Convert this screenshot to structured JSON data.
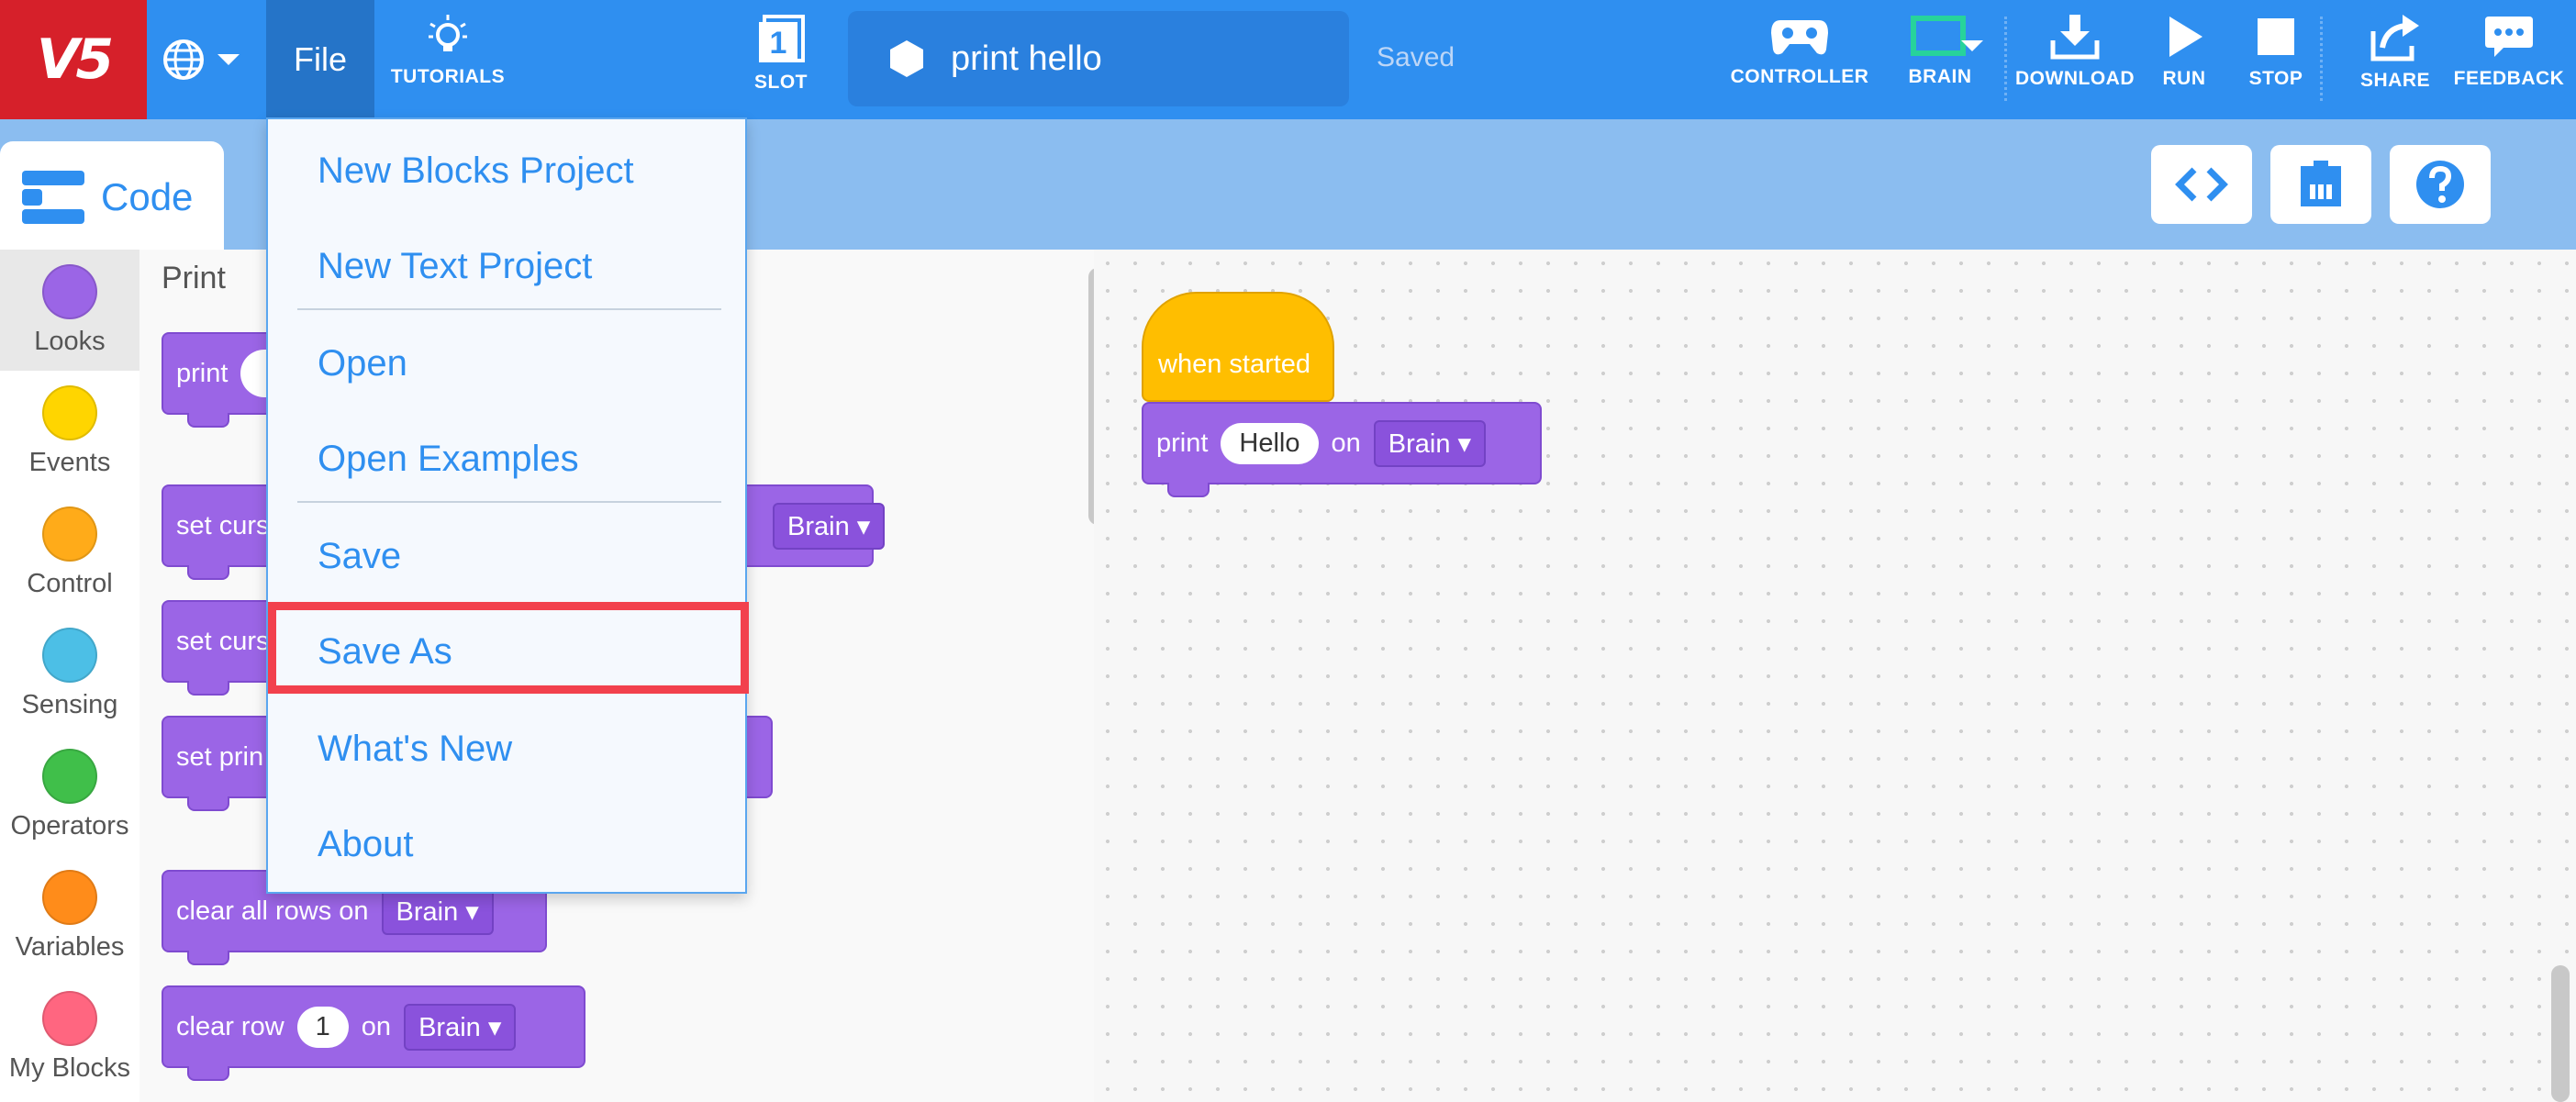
{
  "app": {
    "logo_text": "V5",
    "file_label": "File",
    "tutorials_label": "TUTORIALS",
    "slot_label": "SLOT",
    "slot_number": "1",
    "project_name": "print hello",
    "status": "Saved",
    "toolbar": {
      "controller": "CONTROLLER",
      "brain": "BRAIN",
      "download": "DOWNLOAD",
      "run": "RUN",
      "stop": "STOP",
      "share": "SHARE",
      "feedback": "FEEDBACK"
    }
  },
  "subbar": {
    "code_tab": "Code"
  },
  "categories": [
    {
      "label": "Looks",
      "color": "#9b65e6"
    },
    {
      "label": "Events",
      "color": "#ffd500"
    },
    {
      "label": "Control",
      "color": "#ffab19"
    },
    {
      "label": "Sensing",
      "color": "#4cbfe6"
    },
    {
      "label": "Operators",
      "color": "#40bf4a"
    },
    {
      "label": "Variables",
      "color": "#ff8c1a"
    },
    {
      "label": "My Blocks",
      "color": "#ff6680"
    }
  ],
  "palette": {
    "section": "Print",
    "blocks": {
      "print_label": "print",
      "set_cursor_label": "set curs",
      "brain_drop": "Brain",
      "set_cursor2_label": "set curs",
      "set_print_label": "set prin",
      "clear_all_label": "clear all rows on",
      "clear_all_drop": "Brain",
      "clear_row_label": "clear row",
      "clear_row_value": "1",
      "clear_row_on": "on",
      "clear_row_drop": "Brain"
    }
  },
  "workspace": {
    "hat_label": "when started",
    "print_label": "print",
    "print_value": "Hello",
    "print_on": "on",
    "print_drop": "Brain"
  },
  "file_menu": {
    "items": [
      "New Blocks Project",
      "New Text Project",
      "Open",
      "Open Examples",
      "Save",
      "Save As",
      "What's New",
      "About"
    ]
  },
  "colors": {
    "topbar": "#2f8ff0",
    "logo_bg": "#d6202a",
    "block_purple": "#9b65e6",
    "hat_yellow": "#ffbe00",
    "highlight": "#f2414d"
  }
}
